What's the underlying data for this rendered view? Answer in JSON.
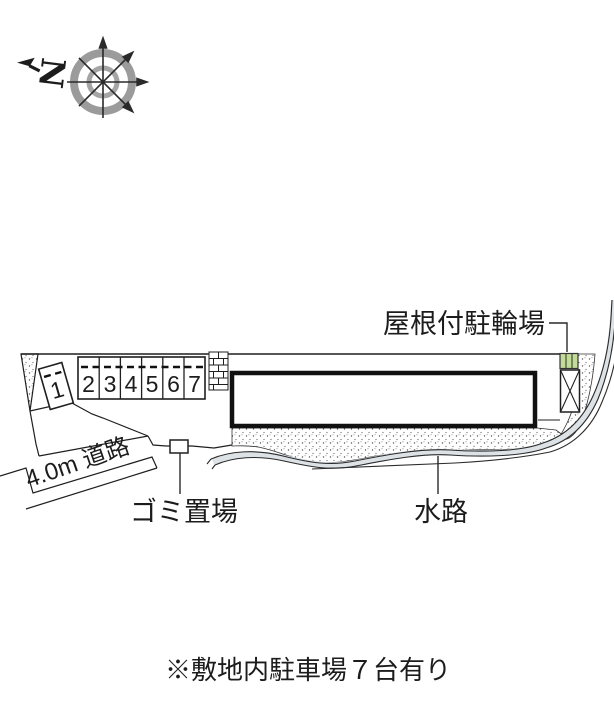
{
  "compass": {
    "north_label": "N"
  },
  "site_plan": {
    "parking_space_numbers": [
      "1",
      "2",
      "3",
      "4",
      "5",
      "6",
      "7"
    ],
    "labels": {
      "covered_bicycle_parking": "屋根付駐輪場",
      "road": "4.0m 道路",
      "garbage_area": "ゴミ置場",
      "waterway": "水路"
    },
    "note": "※敷地内駐車場７台有り",
    "colors": {
      "bicycle_parking_green": "#c3dc9b",
      "compass_ring_gray": "#9b9b9b",
      "line_black": "#1f1f1f",
      "water_gray": "#dde2e6"
    }
  }
}
